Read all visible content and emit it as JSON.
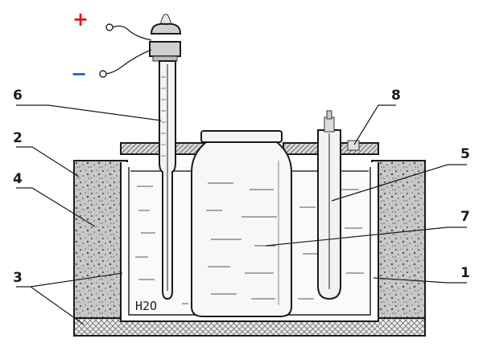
{
  "terminals": {
    "plus": "+",
    "minus": "−"
  },
  "colors": {
    "plus": "#e8141c",
    "minus": "#1b5fd1"
  },
  "water_label": "H2O",
  "labels": {
    "n1": "1",
    "n2": "2",
    "n3": "3",
    "n4": "4",
    "n5": "5",
    "n6": "6",
    "n7": "7",
    "n8": "8"
  }
}
